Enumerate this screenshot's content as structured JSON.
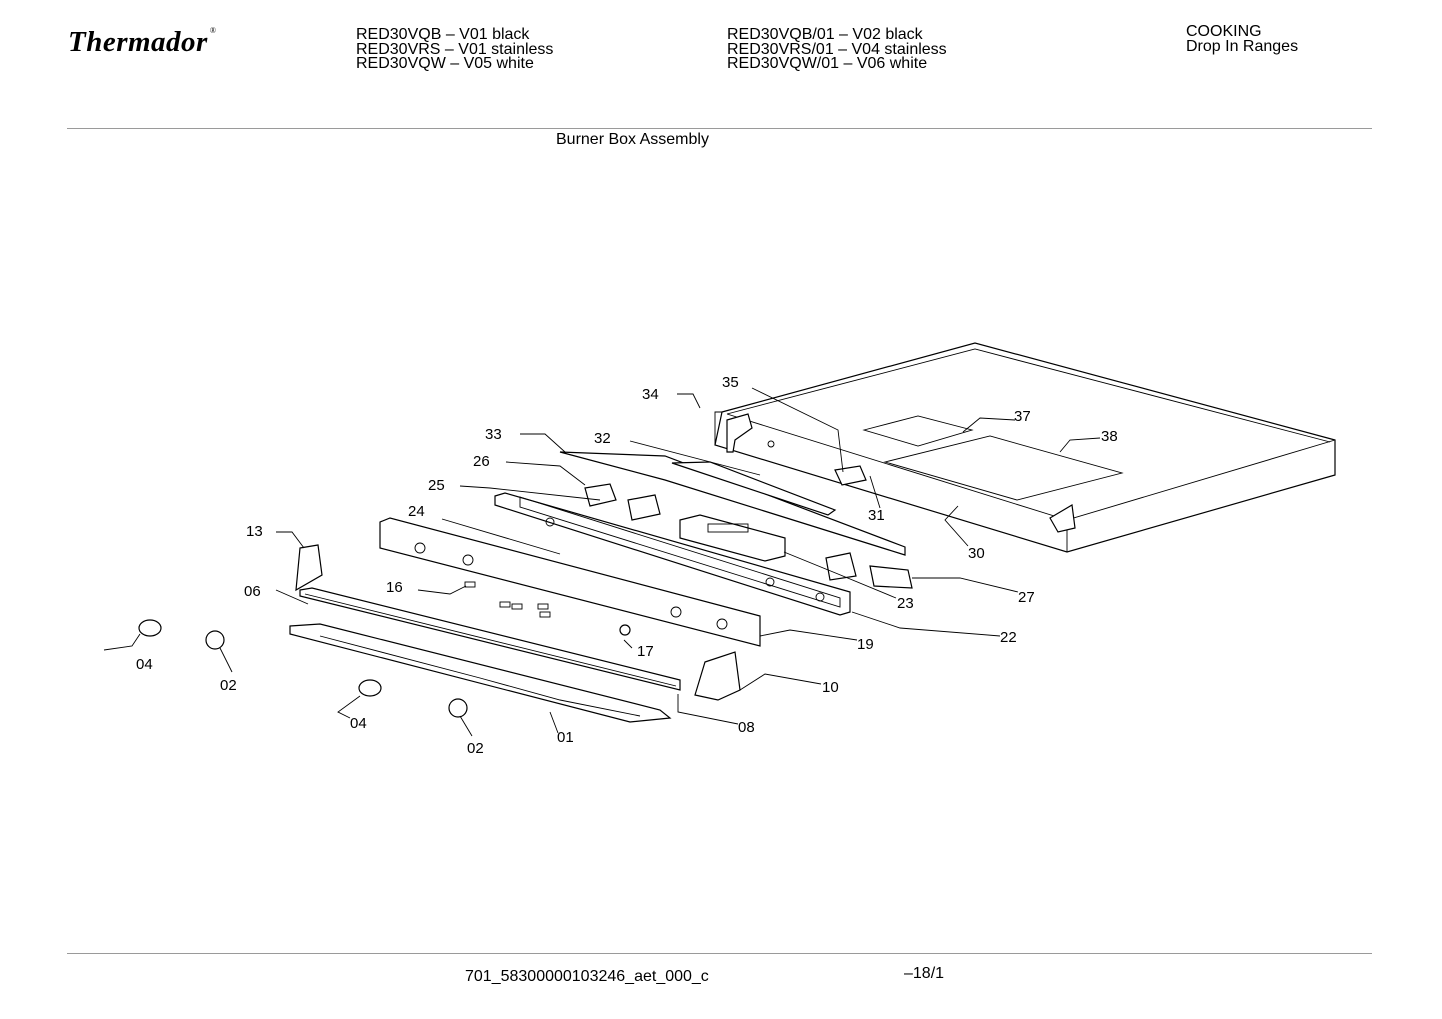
{
  "header": {
    "brand": "Thermador",
    "brand_mark": "®",
    "models_col1": [
      "RED30VQB – V01 black",
      "RED30VRS – V01 stainless",
      "RED30VQW – V05 white"
    ],
    "models_col2": [
      "RED30VQB/01 – V02 black",
      "RED30VRS/01 – V04 stainless",
      "RED30VQW/01 – V06 white"
    ],
    "category": "COOKING",
    "subcategory": "Drop In Ranges"
  },
  "diagram": {
    "title": "Burner Box Assembly",
    "callouts": [
      "34",
      "35",
      "37",
      "38",
      "33",
      "32",
      "26",
      "25",
      "24",
      "31",
      "30",
      "13",
      "06",
      "16",
      "27",
      "23",
      "22",
      "19",
      "17",
      "04",
      "02",
      "10",
      "04",
      "02",
      "01",
      "08"
    ]
  },
  "footer": {
    "document_id": "701_58300000103246_aet_000_c",
    "page": "–18/1"
  }
}
